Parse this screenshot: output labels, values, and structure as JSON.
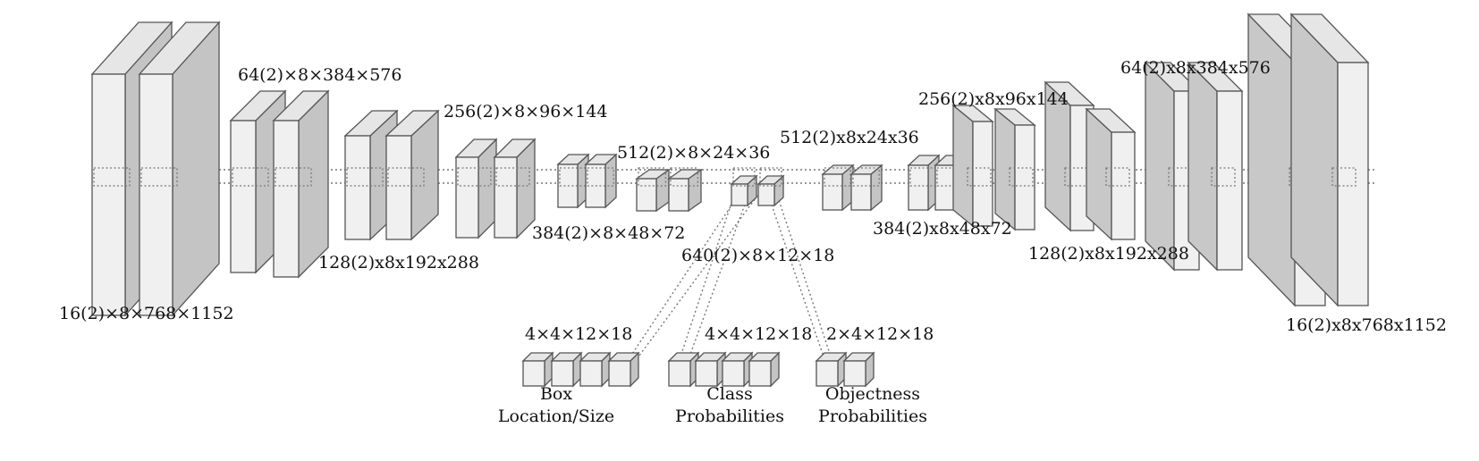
{
  "colors": {
    "front_light": "#f0f0f0",
    "top_light": "#e6e6e6",
    "side_dark": "#c4c4c4",
    "front_gray": "#c8c8c8",
    "line": "#555555",
    "dots": "#777777"
  },
  "encoder_labels": [
    "16(2)×8×768×1152",
    "64(2)×8×384×576",
    "128(2)x8x192x288",
    "256(2)×8×96×144",
    "384(2)×8×48×72",
    "512(2)×8×24×36",
    "640(2)×8×12×18"
  ],
  "decoder_labels": [
    "512(2)x8x24x36",
    "384(2)x8x48x72",
    "256(2)x8x96x144",
    "128(2)x8x192x288",
    "64(2)x8x384x576",
    "16(2)x8x768x1152"
  ],
  "heads": [
    {
      "shape": "4×4×12×18",
      "name_line1": "Box",
      "name_line2": "Location/Size"
    },
    {
      "shape": "4×4×12×18",
      "name_line1": "Class",
      "name_line2": "Probabilities"
    },
    {
      "shape": "2×4×12×18",
      "name_line1": "Objectness",
      "name_line2": "Probabilities"
    }
  ]
}
